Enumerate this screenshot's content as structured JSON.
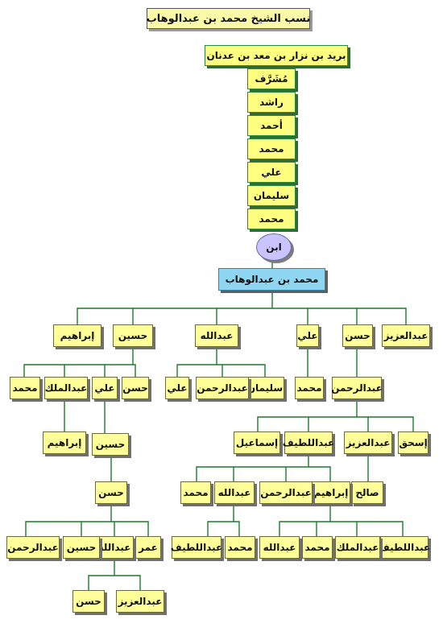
{
  "title": "نسب الشيخ محمد بن عبدالوهاب",
  "lineage": {
    "root": "بريد بن نزار بن معد بن عدنان",
    "chain": [
      "مُشَرَّف",
      "راشد",
      "أحمد",
      "محمد",
      "علي",
      "سليمان",
      "محمد"
    ],
    "ibn": "ابن",
    "sheikh": "محمد بن عبدالوهاب"
  },
  "sons": [
    "عبدالعزيز",
    "حسن",
    "علي",
    "عبدالله",
    "حسين",
    "إبراهيم"
  ],
  "ali_branch": {
    "son": "محمد"
  },
  "abdullah_branch": {
    "sons": [
      "سليمان",
      "عبدالرحمن",
      "علي"
    ]
  },
  "husayn_branch": {
    "sons": [
      "حسن",
      "علي",
      "عبدالملك",
      "محمد"
    ],
    "abdulmalik_son": "إبراهيم",
    "ali_son": "حسين",
    "husayn_son": "حسن",
    "hasan_sons": [
      "عمر",
      "عبدالله",
      "حسين",
      "عبدالرحمن"
    ],
    "abdullah_sons": [
      "عبدالعزيز",
      "حسن"
    ]
  },
  "hasan_branch": {
    "son": "عبدالرحمن",
    "abdulrahman_sons": [
      "إسحق",
      "عبدالعزيز",
      "عبداللطيف",
      "إسماعيل"
    ],
    "abdulaziz_son": "صالح",
    "abdullatif_sons": [
      "إبراهيم",
      "عبدالرحمن",
      "عبدالله",
      "محمد"
    ],
    "abdullah_sons": [
      "محمد",
      "عبداللطيف"
    ],
    "ibrahim_sons": [
      "عبداللطيف",
      "عبدالملك",
      "محمد",
      "عبدالله"
    ]
  }
}
